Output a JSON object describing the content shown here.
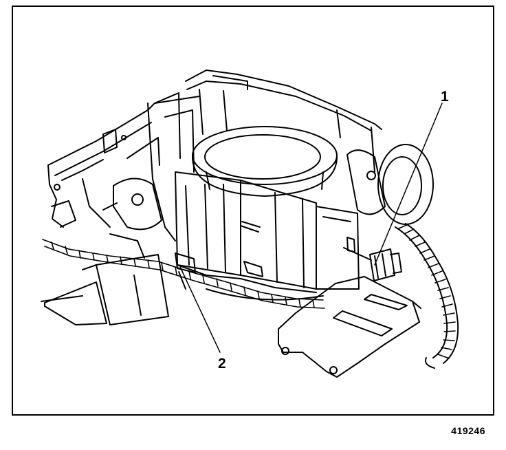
{
  "callouts": {
    "one": {
      "number": "1"
    },
    "two": {
      "number": "2"
    }
  },
  "figure_number": "419246",
  "colors": {
    "ink": "#000000",
    "paper": "#ffffff"
  }
}
